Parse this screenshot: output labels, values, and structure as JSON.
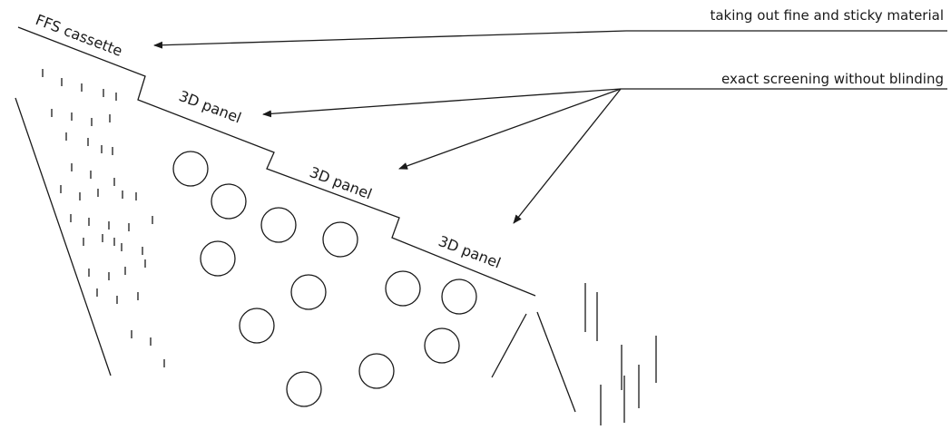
{
  "diagram": {
    "labels": {
      "cassette": "FFS cassette",
      "panel_1": "3D panel",
      "panel_2": "3D panel",
      "panel_3": "3D panel"
    },
    "callouts": {
      "top": "taking out fine and sticky material",
      "middle": "exact screening without blinding"
    },
    "colors": {
      "ink": "#1a1a1a",
      "background": "#ffffff"
    }
  }
}
